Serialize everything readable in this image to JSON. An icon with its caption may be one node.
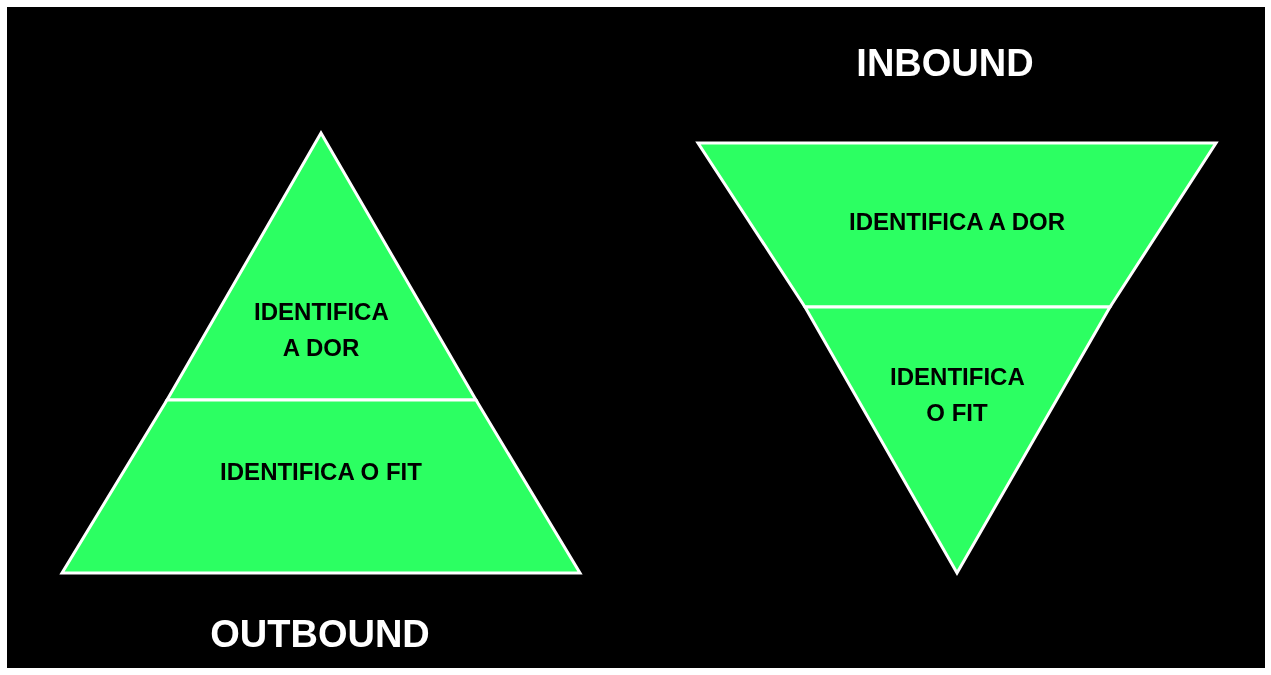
{
  "diagram": {
    "nodes": [
      {
        "text": [
          "IDENTIFICA A DOR"
        ]
      },
      {
        "text": [
          "IDENTIFICA O FIT"
        ]
      },
      {
        "text": [
          "IDENTIFICA A DOR"
        ]
      },
      {
        "text": [
          "IDENTIFICA O FIT"
        ]
      }
    ],
    "edges": [],
    "labels": [
      "INBOUND",
      "OUTBOUND"
    ]
  }
}
